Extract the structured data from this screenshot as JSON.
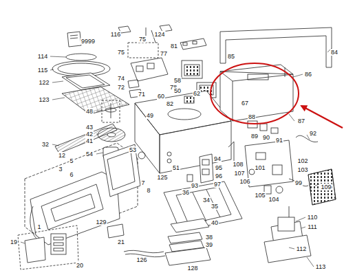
{
  "diagram": {
    "labels": [
      "9999",
      "114",
      "115",
      "116",
      "124",
      "75",
      "81",
      "77",
      "75",
      "85",
      "84",
      "86",
      "74",
      "72",
      "71",
      "78",
      "58",
      "50",
      "60",
      "82",
      "62",
      "67",
      "88",
      "87",
      "89",
      "90",
      "91",
      "92",
      "122",
      "123",
      "48",
      "43",
      "42",
      "41",
      "54",
      "49",
      "32",
      "12",
      "5",
      "3",
      "6",
      "7",
      "8",
      "53",
      "51",
      "125",
      "93",
      "94",
      "95",
      "96",
      "97",
      "108",
      "107",
      "106",
      "101",
      "102",
      "103",
      "99",
      "105",
      "104",
      "109",
      "36",
      "34",
      "35",
      "40",
      "38",
      "39",
      "129",
      "1",
      "19",
      "20",
      "21",
      "126",
      "128",
      "110",
      "111",
      "112",
      "113"
    ]
  }
}
